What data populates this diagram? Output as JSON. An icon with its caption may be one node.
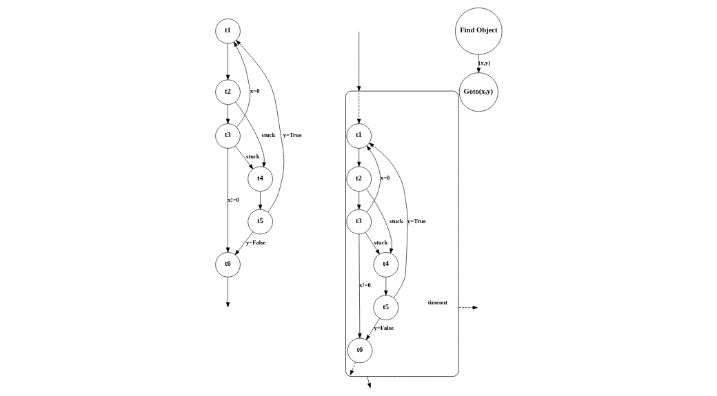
{
  "diagram": {
    "nodes": [
      {
        "text": [
          "t1"
        ]
      },
      {
        "text": [
          "t2"
        ]
      },
      {
        "text": [
          "t3"
        ]
      },
      {
        "text": [
          "t4"
        ]
      },
      {
        "text": [
          "t5"
        ]
      },
      {
        "text": [
          "t6"
        ]
      },
      {
        "text": [],
        "shape": "ellipse"
      },
      {
        "text": [
          "t1"
        ],
        "in": 6
      },
      {
        "text": [
          "t2"
        ],
        "in": 6
      },
      {
        "text": [
          "t3"
        ],
        "in": 6
      },
      {
        "text": [
          "t4"
        ],
        "in": 6
      },
      {
        "text": [
          "t5"
        ],
        "in": 6
      },
      {
        "text": [
          "t6"
        ],
        "in": 6
      },
      {
        "text": [
          "Find Object"
        ]
      },
      {
        "text": [
          "Goto(x,y)"
        ]
      }
    ],
    "edges": [
      {
        "from": 0,
        "to": 1,
        "arrow": "to"
      },
      {
        "from": 1,
        "to": 3,
        "arrow": "to",
        "label": "stuck"
      },
      {
        "from": 1,
        "to": 2,
        "arrow": "to"
      },
      {
        "from": 2,
        "to": 3,
        "arrow": "to",
        "label": "stuck"
      },
      {
        "from": 2,
        "to": 0,
        "arrow": "to",
        "label": "x=0"
      },
      {
        "from": 2,
        "to": 5,
        "arrow": "to",
        "label": "x!=0"
      },
      {
        "from": 3,
        "to": 4,
        "arrow": "to"
      },
      {
        "from": 4,
        "to": 0,
        "arrow": "to",
        "label": "y=True"
      },
      {
        "from": 4,
        "to": 5,
        "arrow": "to",
        "label": "y=False"
      },
      {
        "from": 5,
        "to": null,
        "arrow": "to"
      },
      {
        "from": null,
        "to": 6,
        "arrow": "to"
      },
      {
        "from": 6,
        "to": 7,
        "arrow": "to",
        "style": "dashed"
      },
      {
        "from": 7,
        "to": 8,
        "arrow": "to"
      },
      {
        "from": 8,
        "to": 10,
        "arrow": "to",
        "label": "stuck"
      },
      {
        "from": 8,
        "to": 9,
        "arrow": "to"
      },
      {
        "from": 9,
        "to": 10,
        "arrow": "to",
        "label": "stuck"
      },
      {
        "from": 9,
        "to": 7,
        "arrow": "to",
        "label": "x=0"
      },
      {
        "from": 9,
        "to": 12,
        "arrow": "to",
        "label": "x!=0"
      },
      {
        "from": 10,
        "to": 11,
        "arrow": "to"
      },
      {
        "from": 11,
        "to": 7,
        "arrow": "to",
        "label": "y=True"
      },
      {
        "from": 11,
        "to": 12,
        "arrow": "to",
        "label": "y=False"
      },
      {
        "from": 12,
        "to": 6,
        "arrow": "to",
        "style": "dashed"
      },
      {
        "from": 6,
        "to": null,
        "arrow": "to",
        "label": "timeout",
        "style": "dashed"
      },
      {
        "from": 6,
        "to": null,
        "arrow": "to"
      },
      {
        "from": 13,
        "to": 14,
        "arrow": "to",
        "label": "(x,y)"
      }
    ]
  }
}
